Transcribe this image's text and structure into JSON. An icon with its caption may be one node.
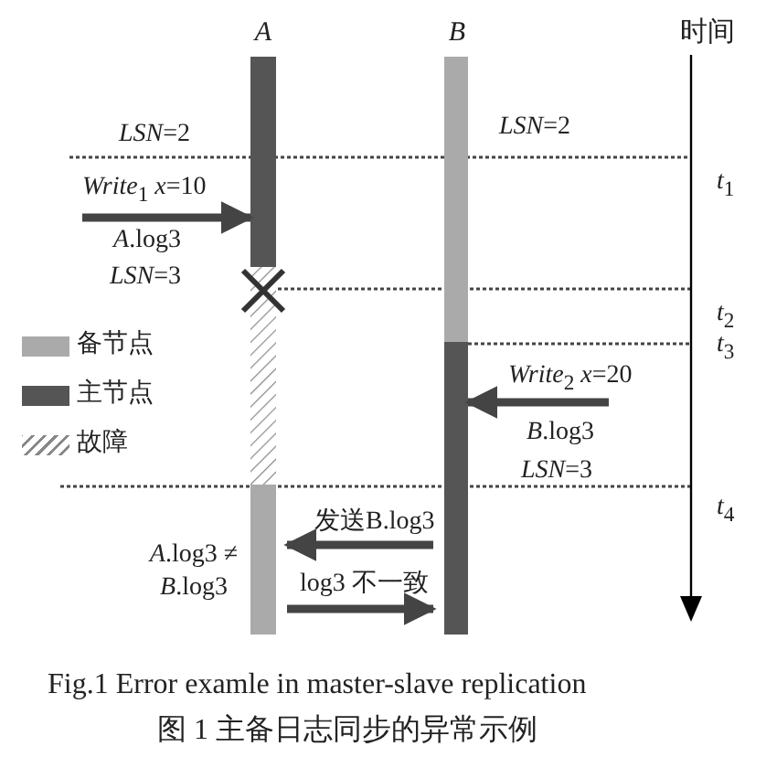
{
  "diagram": {
    "caption": "Fig.1 Error examle in master-slave replication",
    "nodes": [
      {
        "text": [
          "A"
        ]
      },
      {
        "text": [
          "B"
        ]
      }
    ],
    "edges": [
      {
        "from": null,
        "to": 0,
        "arrow": "to",
        "label": "*Write*$_{1}$ *x*=10"
      },
      {
        "from": null,
        "to": 1,
        "arrow": "to",
        "label": "*Write*$_{2}$ *x*=20"
      },
      {
        "from": 1,
        "to": 0,
        "arrow": "to",
        "label": "发送B.log3"
      },
      {
        "from": 0,
        "to": 1,
        "arrow": "to",
        "label": "log3 不一致"
      }
    ],
    "labels": [
      "时间",
      "*LSN*=2",
      "*LSN*=2",
      "*t*$_{1}$",
      "*A*.log3",
      "*LSN*=3",
      "*t*$_{2}$",
      "*t*$_{3}$",
      "*B*.log3",
      "*LSN*=3",
      "*t*$_{4}$",
      "*A*.log3 ≠ *B*.log3",
      "图 1 主备日志同步的异常示例"
    ],
    "legend": [
      {
        "text": "备节点",
        "color": "#aaaaaa"
      },
      {
        "text": "主节点",
        "color": "#555555"
      },
      {
        "text": "故障"
      }
    ]
  }
}
